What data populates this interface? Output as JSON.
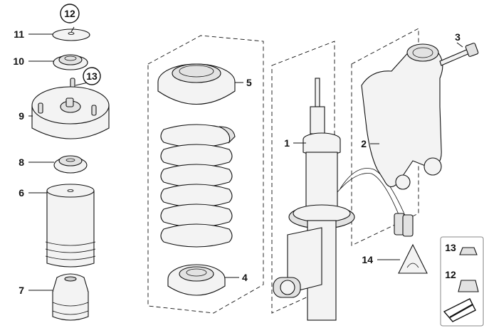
{
  "diagram": {
    "callouts": {
      "c1": "1",
      "c2": "2",
      "c3": "3",
      "c4": "4",
      "c5": "5",
      "c6": "6",
      "c7": "7",
      "c8": "8",
      "c9": "9",
      "c10": "10",
      "c11": "11",
      "c12": "12",
      "c13": "13",
      "c14": "14"
    },
    "legend": {
      "item_13": "13",
      "item_12": "12"
    }
  }
}
